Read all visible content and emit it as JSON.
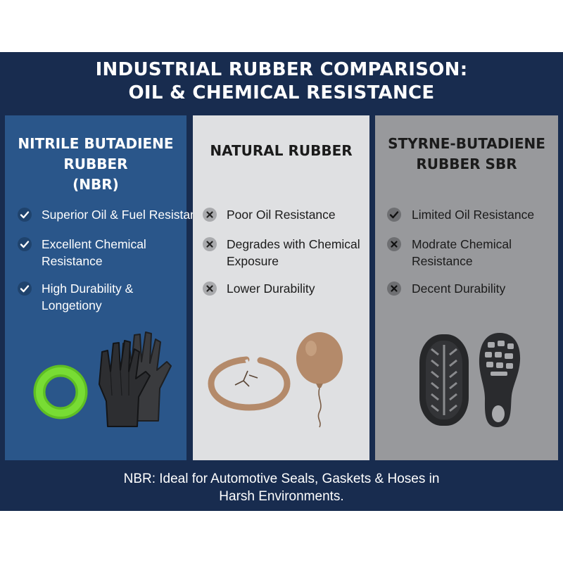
{
  "header": {
    "title_line1": "INDUSTRIAL RUBBER COMPARISON:",
    "title_line2": "OIL & CHEMICAL RESISTANCE"
  },
  "columns": [
    {
      "title_lines": [
        "NITRILE BUTADIENE",
        "RUBBER",
        "(NBR)"
      ],
      "background": "#2a568a",
      "features": [
        {
          "icon": "check-icon",
          "lines": [
            "Superior Oil & Fuel Resistance"
          ]
        },
        {
          "icon": "check-icon",
          "lines": [
            "Excellent Chemical",
            "Resistance"
          ]
        },
        {
          "icon": "check-icon",
          "lines": [
            "High Durability &",
            "Longetiony"
          ]
        }
      ],
      "illustrations": [
        "o-ring",
        "gloves"
      ]
    },
    {
      "title_lines": [
        "NATURAL RUBBER"
      ],
      "background": "#dfe0e2",
      "features": [
        {
          "icon": "x-icon",
          "lines": [
            "Poor Oil Resistance"
          ]
        },
        {
          "icon": "x-icon",
          "lines": [
            "Degrades with Chemical",
            "Exposure"
          ]
        },
        {
          "icon": "x-icon",
          "lines": [
            "Lower Durability"
          ]
        }
      ],
      "illustrations": [
        "cracked-band",
        "balloon"
      ]
    },
    {
      "title_lines": [
        "STYRNE-BUTADIENE",
        "RUBBER SBR"
      ],
      "background": "#98999c",
      "features": [
        {
          "icon": "check-icon",
          "lines": [
            "Limited Oil Resistance"
          ]
        },
        {
          "icon": "x-icon",
          "lines": [
            "Modrate Chemical",
            "Resistance"
          ]
        },
        {
          "icon": "x-icon",
          "lines": [
            "Decent Durability"
          ]
        }
      ],
      "illustrations": [
        "tire",
        "shoe-sole"
      ]
    }
  ],
  "footer": {
    "line1": "NBR: Ideal for Automotive Seals, Gaskets & Hoses in",
    "line2": "Harsh Environments."
  },
  "colors": {
    "navy": "#182c4f",
    "nbr_blue": "#2a568a",
    "o_ring_green": "#6ad12a",
    "natural_rubber_tan": "#b48a6a"
  }
}
